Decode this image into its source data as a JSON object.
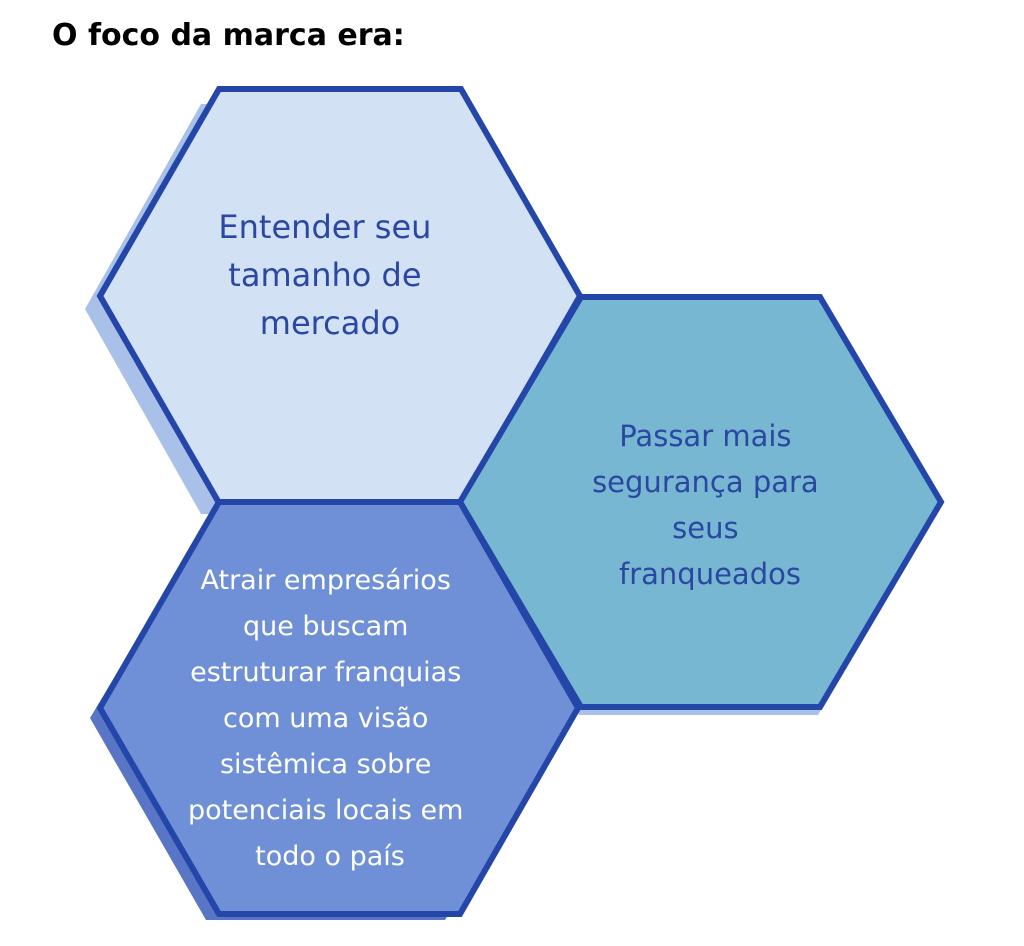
{
  "heading": "O foco da marca era:",
  "colors": {
    "outline": "#2346a8",
    "text_dark": "#2a47a2",
    "text_light": "#ffffff",
    "hex_top_fill": "#d3e1f4",
    "hex_top_shadow": "#a9c1e8",
    "hex_right_fill": "#78b7d2",
    "hex_right_shadow": "#a9c1e8",
    "hex_bottom_fill": "#6f8fd6",
    "hex_bottom_shadow": "#5875c6"
  },
  "hexagons": [
    {
      "id": "top",
      "lines": [
        "Entender seu",
        "tamanho de",
        "mercado"
      ]
    },
    {
      "id": "right",
      "lines": [
        "Passar mais",
        "segurança para",
        "seus",
        "franqueados"
      ]
    },
    {
      "id": "bottom",
      "lines": [
        "Atrair empresários",
        "que buscam",
        "estruturar franquias",
        "com uma visão",
        "sistêmica sobre",
        "potenciais locais em",
        "todo o país"
      ]
    }
  ]
}
